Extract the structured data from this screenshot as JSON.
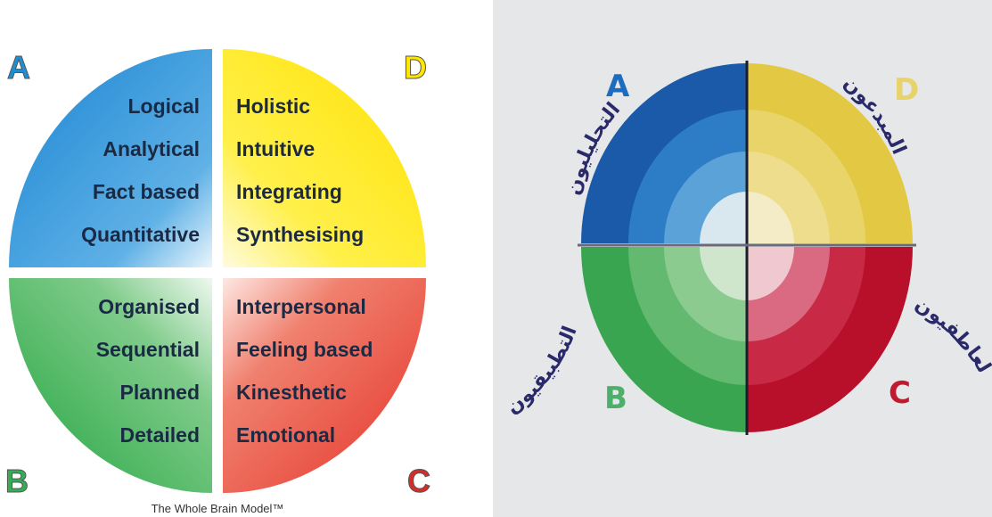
{
  "left_model": {
    "corner_letters": {
      "A": "A",
      "D": "D",
      "B": "B",
      "C": "C"
    },
    "quadrants": {
      "A": {
        "words": [
          "Logical",
          "Analytical",
          "Fact based",
          "Quantitative"
        ],
        "color": "#1e8fd6"
      },
      "D": {
        "words": [
          "Holistic",
          "Intuitive",
          "Integrating",
          "Synthesising"
        ],
        "color": "#ffe000"
      },
      "B": {
        "words": [
          "Organised",
          "Sequential",
          "Planned",
          "Detailed"
        ],
        "color": "#2fae4a"
      },
      "C": {
        "words": [
          "Interpersonal",
          "Feeling based",
          "Kinesthetic",
          "Emotional"
        ],
        "color": "#e8392f"
      }
    },
    "caption": "The Whole Brain Model™",
    "letter_colors": {
      "A": "#1f8fd2",
      "D": "#ffe600",
      "B": "#34ad55",
      "C": "#d52d2a"
    }
  },
  "right_model": {
    "letters": {
      "A": "A",
      "D": "D",
      "B": "B",
      "C": "C"
    },
    "arabic_labels": {
      "A": "التحليليون",
      "D": "المبدعون",
      "B": "التطبيقيون",
      "C": "العاطفيون"
    },
    "quadrant_colors": {
      "A": [
        "#1a5aa8",
        "#2d7cc6",
        "#5aa2d8",
        "#a4cce6"
      ],
      "D": [
        "#e3c844",
        "#e9d46a",
        "#eedd8c",
        "#f3e8b6"
      ],
      "B": [
        "#3aa550",
        "#62b96f",
        "#8ccb90",
        "#bfe0bd"
      ],
      "C": [
        "#b8102b",
        "#c82a46",
        "#da6a82",
        "#efbcc8"
      ]
    },
    "letter_colors": {
      "A": "#1c6cc0",
      "D": "#e8d36a",
      "B": "#4cb06a",
      "C": "#c01a30"
    },
    "label_color": "#2a2a6a"
  }
}
